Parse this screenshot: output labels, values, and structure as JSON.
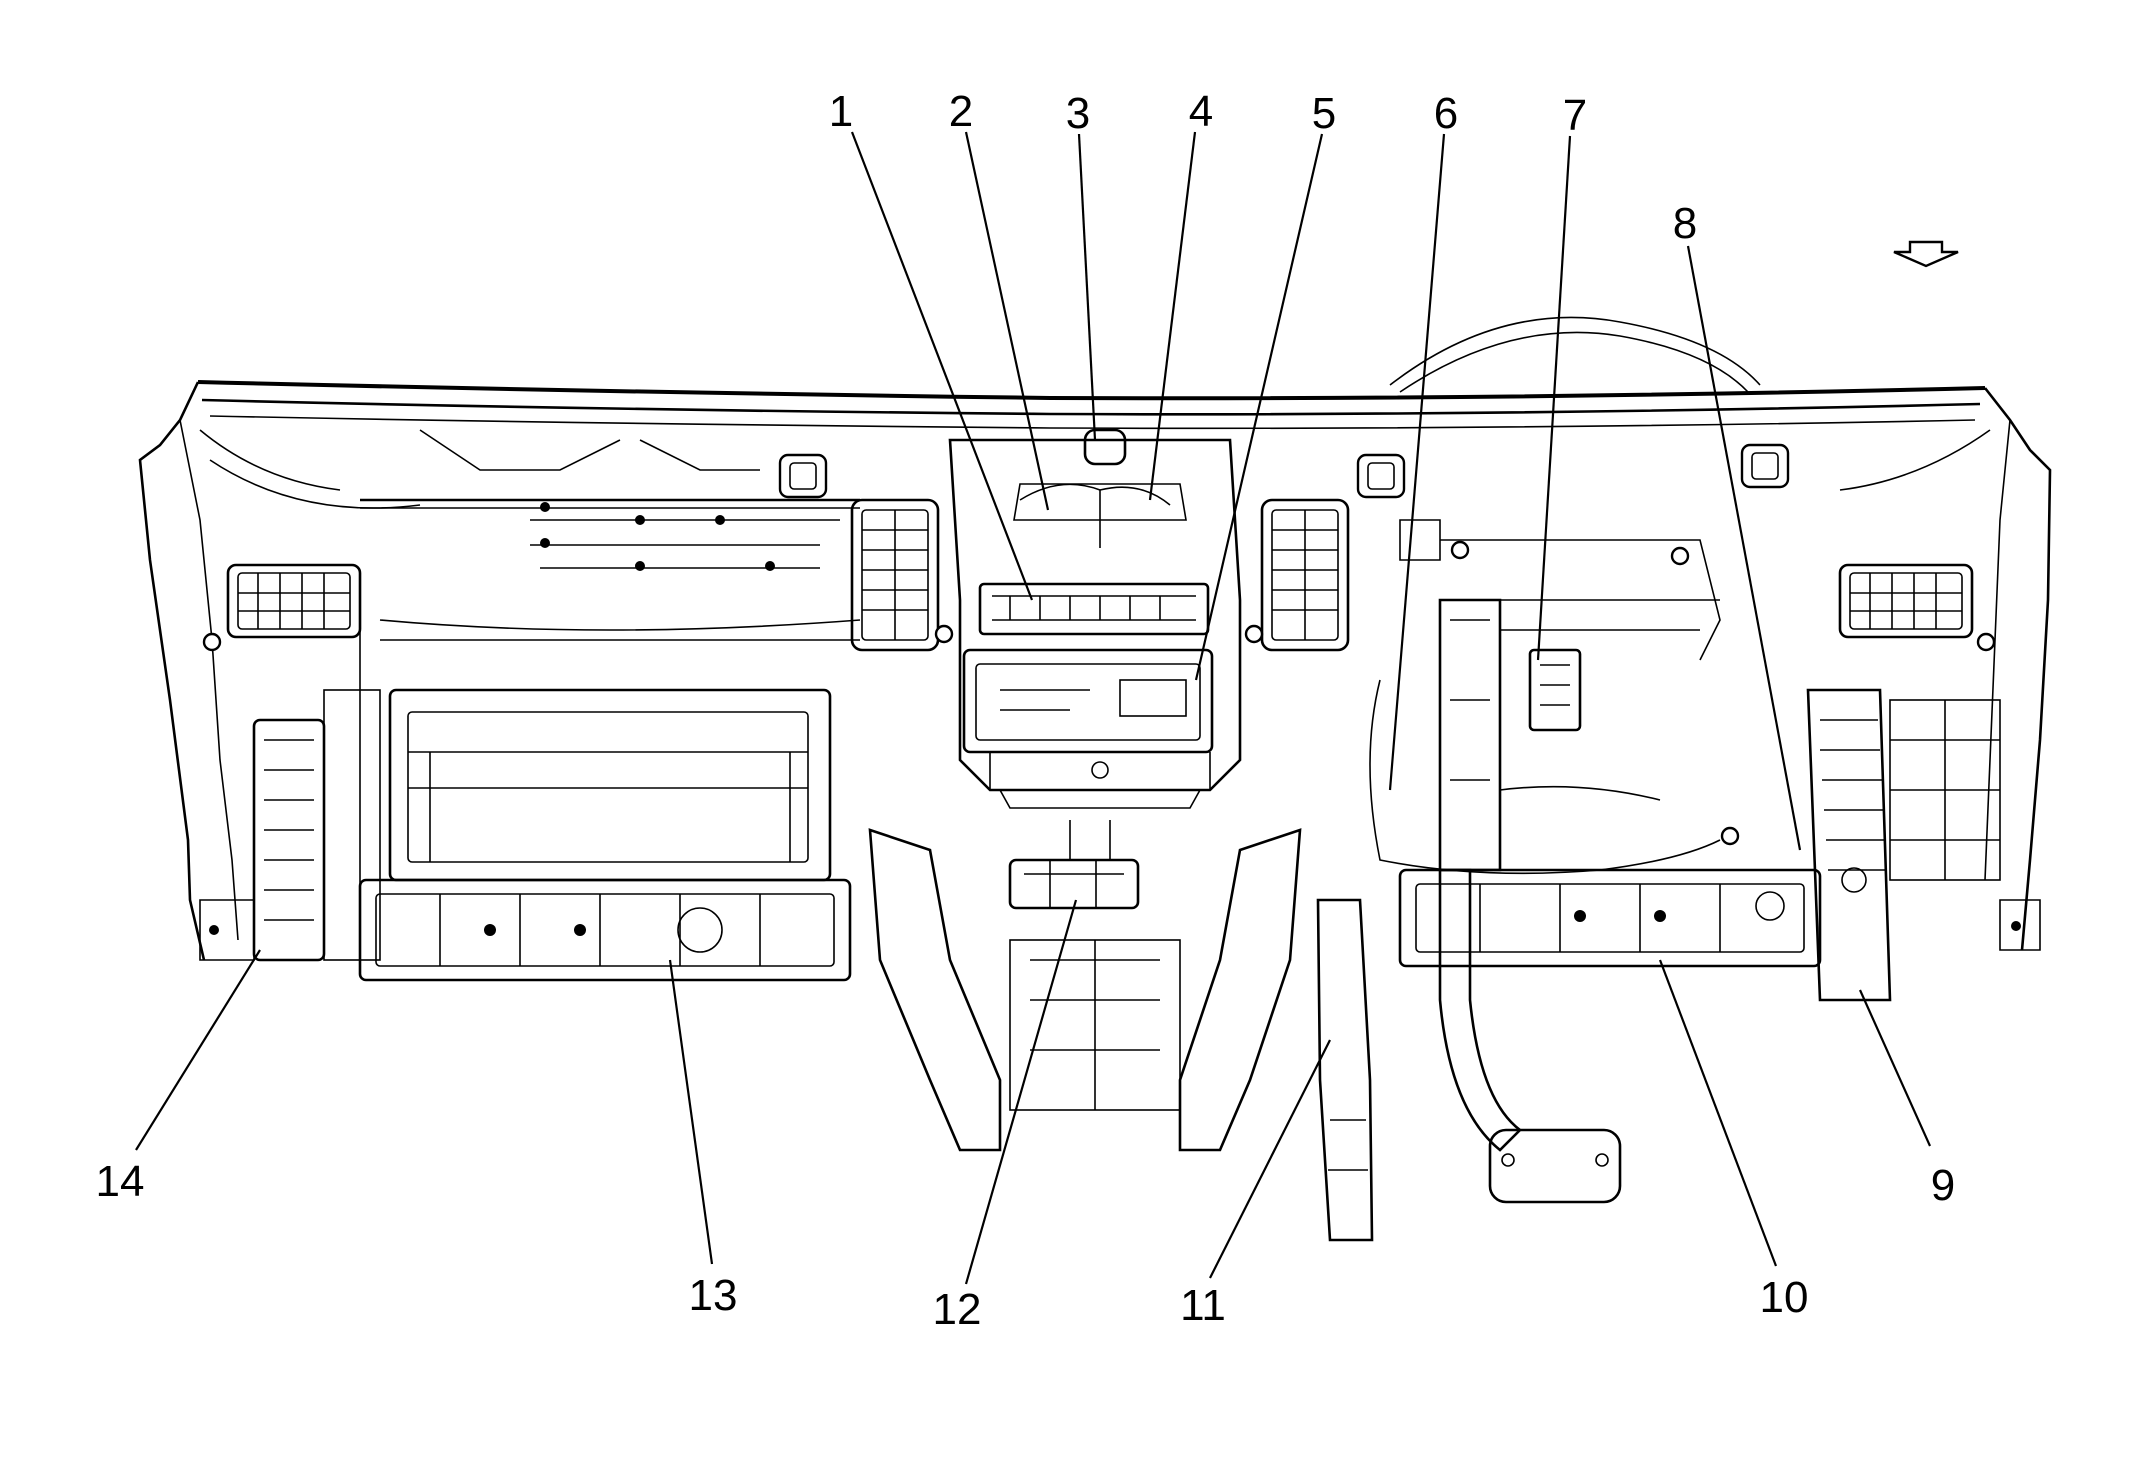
{
  "callouts": [
    {
      "id": "1",
      "label": "1"
    },
    {
      "id": "2",
      "label": "2"
    },
    {
      "id": "3",
      "label": "3"
    },
    {
      "id": "4",
      "label": "4"
    },
    {
      "id": "5",
      "label": "5"
    },
    {
      "id": "6",
      "label": "6"
    },
    {
      "id": "7",
      "label": "7"
    },
    {
      "id": "8",
      "label": "8"
    },
    {
      "id": "9",
      "label": "9"
    },
    {
      "id": "10",
      "label": "10"
    },
    {
      "id": "11",
      "label": "11"
    },
    {
      "id": "12",
      "label": "12"
    },
    {
      "id": "13",
      "label": "13"
    },
    {
      "id": "14",
      "label": "14"
    }
  ],
  "icons": {
    "direction_indicator": "arrow-down-icon"
  },
  "colors": {
    "line": "#000000",
    "background": "#ffffff"
  }
}
